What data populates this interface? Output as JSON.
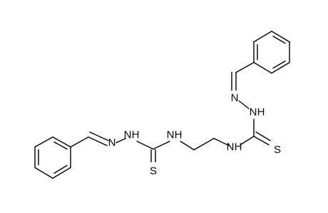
{
  "molecule": {
    "atoms": {
      "n_imine_left": "N",
      "n_hydrazide_left": "N",
      "h_hydrazide_left": "H",
      "n_amide_left": "N",
      "h_amide_left": "H",
      "s_left": "S",
      "n_amide_right": "N",
      "h_amide_right": "H",
      "s_right": "S",
      "n_hydrazide_right": "N",
      "h_hydrazide_right": "H",
      "n_imine_right": "N"
    }
  }
}
